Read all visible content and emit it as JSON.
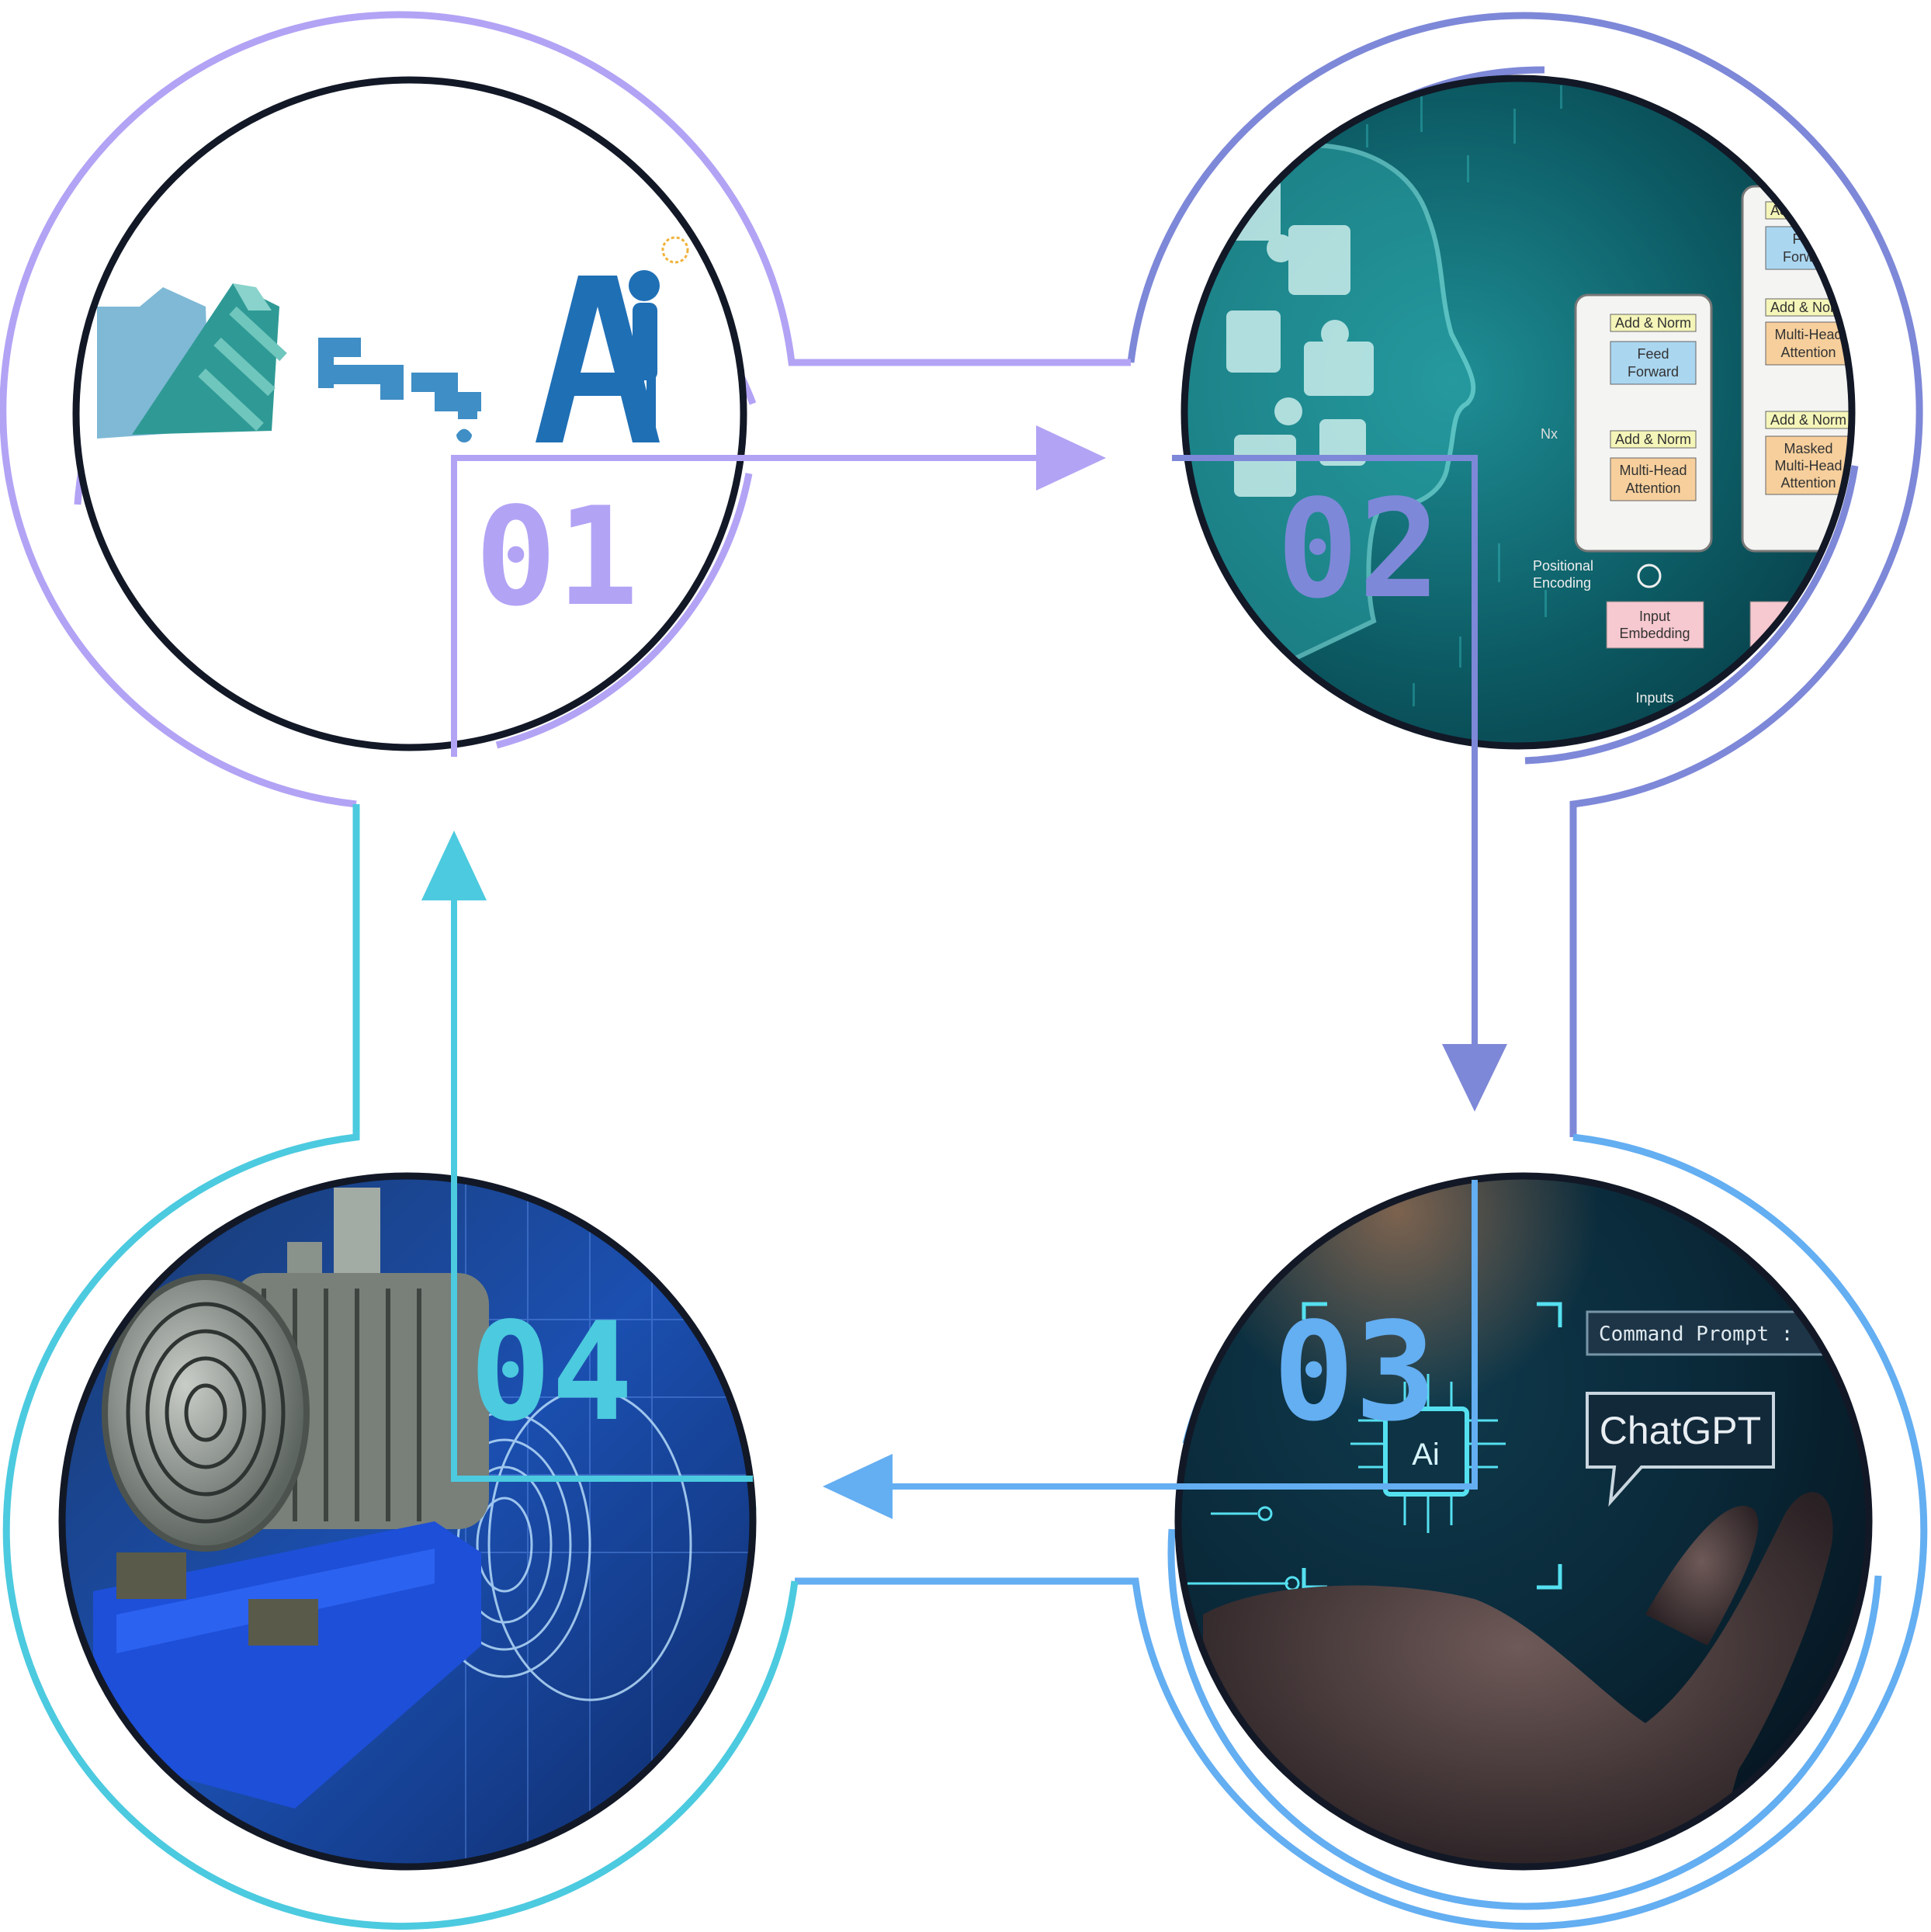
{
  "colors": {
    "step1": "#B3A3F5",
    "step2": "#7E88D8",
    "step3": "#64AEF2",
    "step4": "#4CCADF",
    "ring_dark": "#121826"
  },
  "steps": [
    {
      "number": "01",
      "image": "water-tap-ai-illustration"
    },
    {
      "number": "02",
      "image": "ai-head-transformer-diagram"
    },
    {
      "number": "03",
      "image": "hand-ai-chip-chatgpt"
    },
    {
      "number": "04",
      "image": "industrial-pump-motor-blueprint"
    }
  ],
  "transformer_labels": {
    "add_norm": "Add & Norm",
    "feed_forward_1": "Feed",
    "feed_forward_2": "Forward",
    "mha_1": "Multi-Head",
    "mha_2": "Attention",
    "masked": "Masked",
    "nx": "Nx",
    "pos_1": "Positional",
    "pos_2": "Encoding",
    "input_emb_1": "Input",
    "input_emb_2": "Embedding",
    "inputs": "Inputs"
  },
  "chatgpt_scene": {
    "command_prompt": "Command Prompt :",
    "bubble": "ChatGPT",
    "chip": "Ai"
  },
  "logo_text": "Ai"
}
